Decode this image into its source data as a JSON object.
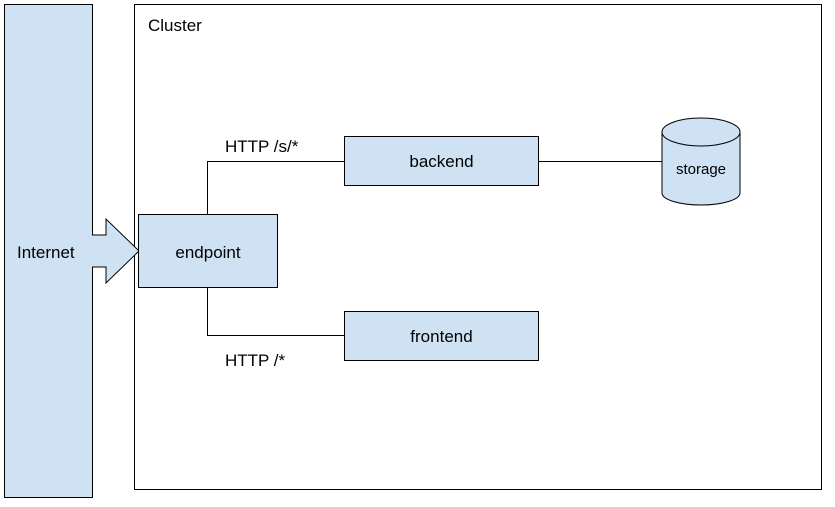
{
  "diagram": {
    "cluster": {
      "label": "Cluster"
    },
    "internet": {
      "label": "Internet"
    },
    "endpoint": {
      "label": "endpoint"
    },
    "backend": {
      "label": "backend"
    },
    "frontend": {
      "label": "frontend"
    },
    "storage": {
      "label": "storage"
    },
    "edges": {
      "backend_route": "HTTP /s/*",
      "frontend_route": "HTTP /*"
    }
  },
  "colors": {
    "node_fill": "#cfe2f3",
    "stroke": "#000000",
    "background": "#ffffff"
  }
}
